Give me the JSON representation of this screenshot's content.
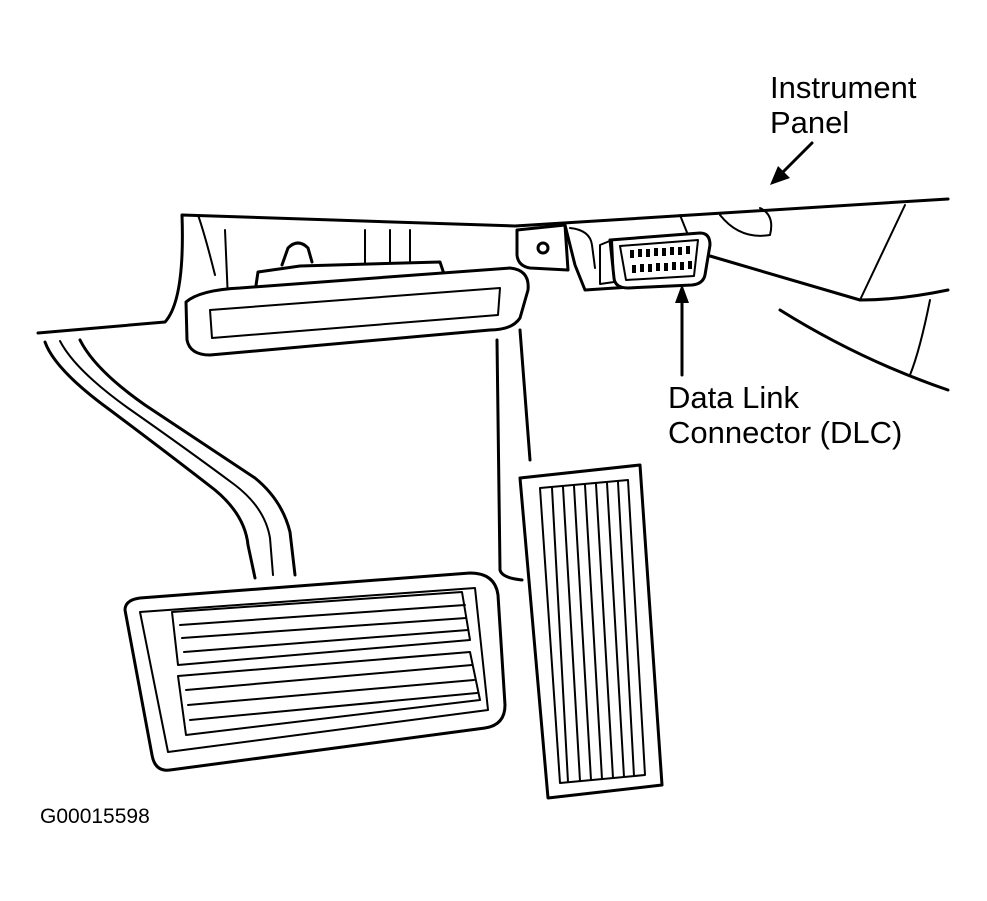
{
  "labels": {
    "instrument_panel": [
      "Instrument",
      "Panel"
    ],
    "dlc": [
      "Data Link",
      "Connector (DLC)"
    ]
  },
  "figure_id": "G00015598",
  "colors": {
    "ink": "#000000",
    "background": "#ffffff"
  }
}
